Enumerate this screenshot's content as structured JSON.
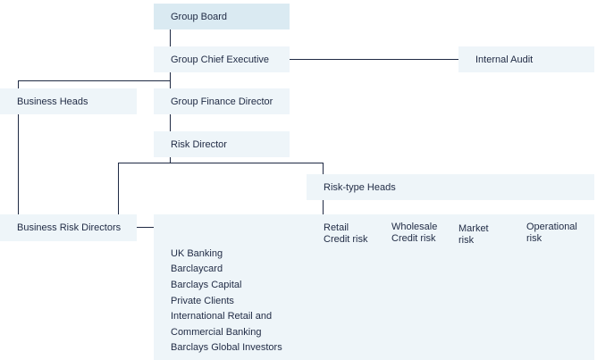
{
  "nodes": {
    "group_board": "Group Board",
    "group_chief_executive": "Group Chief Executive",
    "internal_audit": "Internal Audit",
    "business_heads": "Business Heads",
    "group_finance_director": "Group Finance Director",
    "risk_director": "Risk Director",
    "risk_type_heads": "Risk-type Heads",
    "business_risk_directors": "Business Risk Directors"
  },
  "risk_types": [
    {
      "line1": "Retail",
      "line2": "Credit risk"
    },
    {
      "line1": "Wholesale",
      "line2": "Credit risk"
    },
    {
      "line1": "Market",
      "line2": "risk"
    },
    {
      "line1": "Operational",
      "line2": "risk"
    }
  ],
  "business_units": [
    "UK Banking",
    "Barclaycard",
    "Barclays Capital",
    "Private Clients",
    "International Retail and",
    "Commercial Banking",
    "Barclays Global Investors"
  ]
}
